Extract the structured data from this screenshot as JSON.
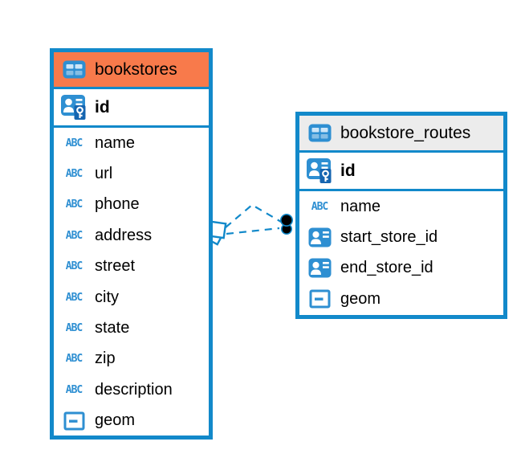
{
  "diagram": {
    "type": "entity-relationship",
    "canvas_bg": "#ffffff",
    "accent_blue": "#1289ca",
    "icon_blue": "#2e8fd2",
    "key_badge_blue": "#1565b0"
  },
  "icons": {
    "text_glyph": "ABC"
  },
  "tables": [
    {
      "id": "bookstores",
      "title": "bookstores",
      "header_bg": "#f87a4b",
      "key_columns": [
        {
          "name": "id",
          "icon": "primary-key"
        }
      ],
      "columns": [
        {
          "name": "name",
          "icon": "text"
        },
        {
          "name": "url",
          "icon": "text"
        },
        {
          "name": "phone",
          "icon": "text"
        },
        {
          "name": "address",
          "icon": "text"
        },
        {
          "name": "street",
          "icon": "text"
        },
        {
          "name": "city",
          "icon": "text"
        },
        {
          "name": "state",
          "icon": "text"
        },
        {
          "name": "zip",
          "icon": "text"
        },
        {
          "name": "description",
          "icon": "text"
        },
        {
          "name": "geom",
          "icon": "geometry"
        }
      ]
    },
    {
      "id": "bookstore_routes",
      "title": "bookstore_routes",
      "header_bg": "#ececec",
      "key_columns": [
        {
          "name": "id",
          "icon": "primary-key"
        }
      ],
      "columns": [
        {
          "name": "name",
          "icon": "text"
        },
        {
          "name": "start_store_id",
          "icon": "foreign-key"
        },
        {
          "name": "end_store_id",
          "icon": "foreign-key"
        },
        {
          "name": "geom",
          "icon": "geometry"
        }
      ]
    }
  ],
  "relationship": {
    "from_table": "bookstore_routes",
    "to_table": "bookstores",
    "line_style": "dashed",
    "line_count": 2
  }
}
